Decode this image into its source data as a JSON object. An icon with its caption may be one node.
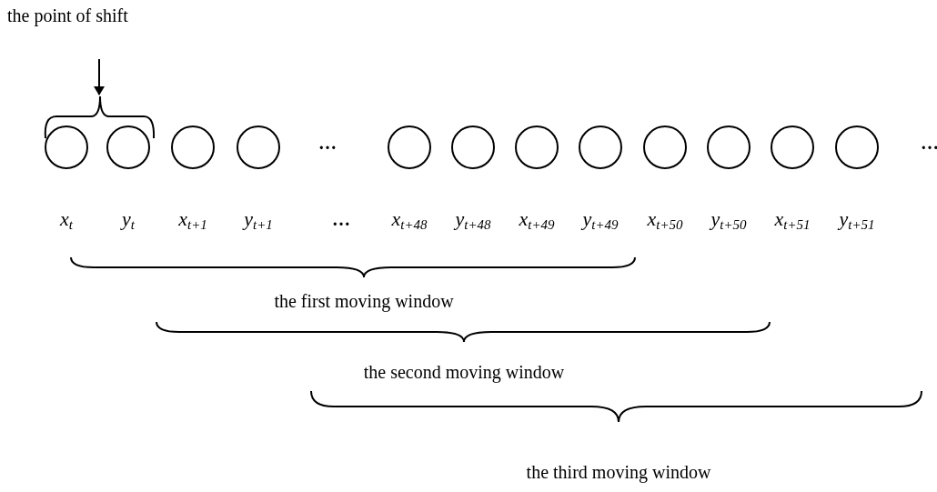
{
  "diagram": {
    "nodes": [
      {
        "text": [],
        "shape": "circle",
        "beside": [
          "x$_{t}$"
        ]
      },
      {
        "text": [],
        "shape": "circle",
        "beside": [
          "y$_{t}$"
        ]
      },
      {
        "text": [],
        "shape": "circle",
        "beside": [
          "x$_{t+1}$"
        ]
      },
      {
        "text": [],
        "shape": "circle",
        "beside": [
          "y$_{t+1}$"
        ]
      },
      {
        "text": [],
        "shape": "circle",
        "beside": [
          "x$_{t+48}$"
        ]
      },
      {
        "text": [],
        "shape": "circle",
        "beside": [
          "y$_{t+48}$"
        ]
      },
      {
        "text": [],
        "shape": "circle",
        "beside": [
          "x$_{t+49}$"
        ]
      },
      {
        "text": [],
        "shape": "circle",
        "beside": [
          "y$_{t+49}$"
        ]
      },
      {
        "text": [],
        "shape": "circle",
        "beside": [
          "x$_{t+50}$"
        ]
      },
      {
        "text": [],
        "shape": "circle",
        "beside": [
          "y$_{t+50}$"
        ]
      },
      {
        "text": [],
        "shape": "circle",
        "beside": [
          "x$_{t+51}$"
        ]
      },
      {
        "text": [],
        "shape": "circle",
        "beside": [
          "y$_{t+51}$"
        ]
      },
      {
        "text": [],
        "shape": "brace"
      }
    ],
    "edges": [
      {
        "from": null,
        "to": 12,
        "arrow": "to"
      }
    ],
    "labels": [
      "the point of shift",
      "…",
      "…",
      "…",
      "the first moving window",
      "the second moving window",
      "the third moving window"
    ]
  }
}
